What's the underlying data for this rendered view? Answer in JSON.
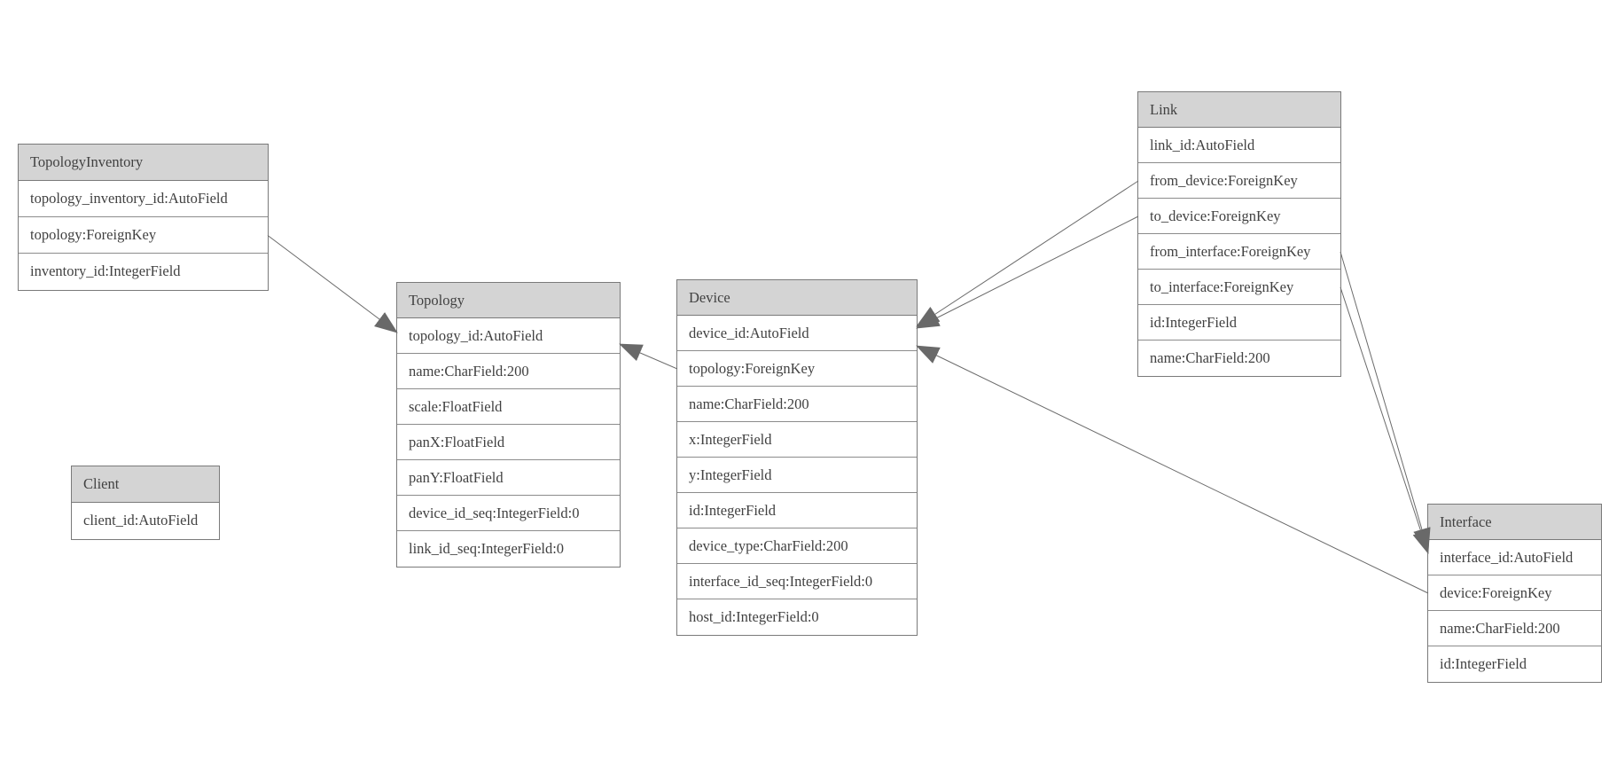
{
  "diagram": {
    "entities": [
      {
        "id": "topology_inventory",
        "name": "TopologyInventory",
        "fields": [
          "topology_inventory_id:AutoField",
          "topology:ForeignKey",
          "inventory_id:IntegerField"
        ]
      },
      {
        "id": "topology",
        "name": "Topology",
        "fields": [
          "topology_id:AutoField",
          "name:CharField:200",
          "scale:FloatField",
          "panX:FloatField",
          "panY:FloatField",
          "device_id_seq:IntegerField:0",
          "link_id_seq:IntegerField:0"
        ]
      },
      {
        "id": "client",
        "name": "Client",
        "fields": [
          "client_id:AutoField"
        ]
      },
      {
        "id": "device",
        "name": "Device",
        "fields": [
          "device_id:AutoField",
          "topology:ForeignKey",
          "name:CharField:200",
          "x:IntegerField",
          "y:IntegerField",
          "id:IntegerField",
          "device_type:CharField:200",
          "interface_id_seq:IntegerField:0",
          "host_id:IntegerField:0"
        ]
      },
      {
        "id": "link",
        "name": "Link",
        "fields": [
          "link_id:AutoField",
          "from_device:ForeignKey",
          "to_device:ForeignKey",
          "from_interface:ForeignKey",
          "to_interface:ForeignKey",
          "id:IntegerField",
          "name:CharField:200"
        ]
      },
      {
        "id": "interface",
        "name": "Interface",
        "fields": [
          "interface_id:AutoField",
          "device:ForeignKey",
          "name:CharField:200",
          "id:IntegerField"
        ]
      }
    ],
    "relationships": [
      {
        "from": {
          "entity": "topology_inventory",
          "field": "topology:ForeignKey",
          "side": "right"
        },
        "to": {
          "entity": "topology",
          "field": "topology_id:AutoField",
          "side": "left"
        }
      },
      {
        "from": {
          "entity": "device",
          "field": "topology:ForeignKey",
          "side": "left"
        },
        "to": {
          "entity": "topology",
          "field": "topology_id:AutoField",
          "side": "right"
        }
      },
      {
        "from": {
          "entity": "link",
          "field": "from_device:ForeignKey",
          "side": "left"
        },
        "to": {
          "entity": "device",
          "field": "device_id:AutoField",
          "side": "right"
        }
      },
      {
        "from": {
          "entity": "link",
          "field": "to_device:ForeignKey",
          "side": "left"
        },
        "to": {
          "entity": "device",
          "field": "device_id:AutoField",
          "side": "right"
        }
      },
      {
        "from": {
          "entity": "link",
          "field": "from_interface:ForeignKey",
          "side": "right"
        },
        "to": {
          "entity": "interface",
          "field": "interface_id:AutoField",
          "side": "left"
        }
      },
      {
        "from": {
          "entity": "link",
          "field": "to_interface:ForeignKey",
          "side": "right"
        },
        "to": {
          "entity": "interface",
          "field": "interface_id:AutoField",
          "side": "left"
        }
      },
      {
        "from": {
          "entity": "interface",
          "field": "device:ForeignKey",
          "side": "left"
        },
        "to": {
          "entity": "device",
          "field": "device_id:AutoField",
          "side": "right"
        }
      }
    ],
    "colors": {
      "header_fill": "#d4d4d4",
      "row_fill": "#ffffff",
      "border": "#7a7a7a",
      "inner_border": "#8c8c8c",
      "line": "#6b6b6b",
      "arrow": "#696969",
      "text": "#414141",
      "background": "#ffffff"
    }
  }
}
